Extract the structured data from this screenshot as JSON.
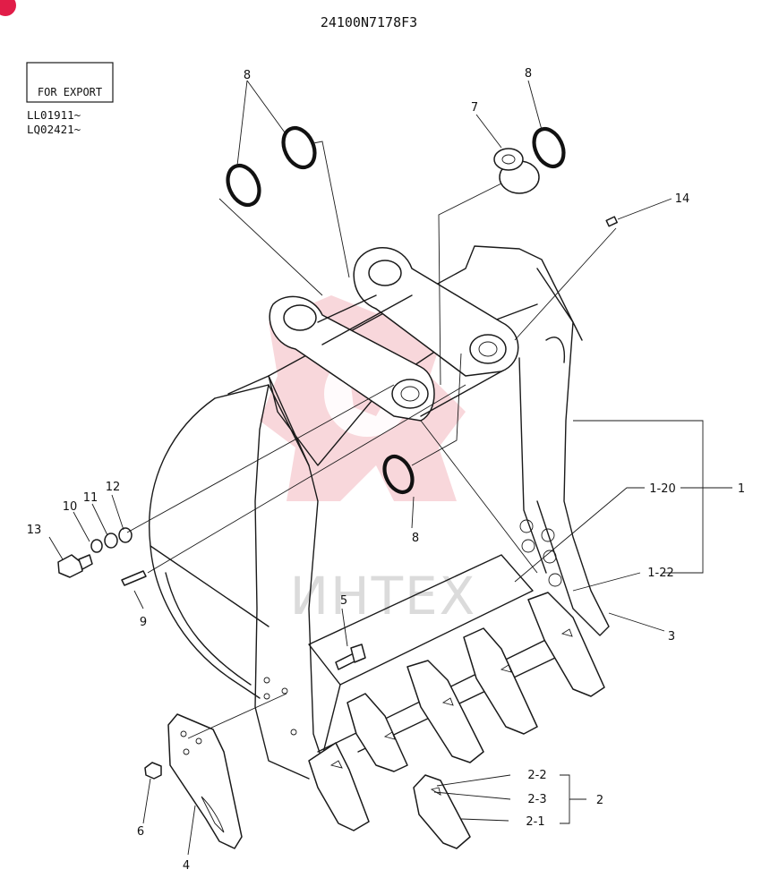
{
  "drawing": {
    "code": "24100N7178F3",
    "export_box": "FOR EXPORT",
    "serials": [
      "LL01911~",
      "LQ02421~"
    ],
    "watermark": "ИНТЕХ",
    "colors": {
      "watermark": "#f2b7bd",
      "badge": "#e11d48",
      "line": "#1a1a1a"
    }
  },
  "callouts": {
    "c8a": "8",
    "c8b": "8",
    "c8c": "8",
    "c7": "7",
    "c14": "14",
    "c1_20": "1-20",
    "c1": "1",
    "c1_22": "1-22",
    "c3": "3",
    "c13": "13",
    "c10": "10",
    "c11": "11",
    "c12": "12",
    "c9": "9",
    "c5": "5",
    "c6": "6",
    "c4": "4",
    "c2_2": "2-2",
    "c2_3": "2-3",
    "c2_1": "2-1",
    "c2": "2"
  }
}
